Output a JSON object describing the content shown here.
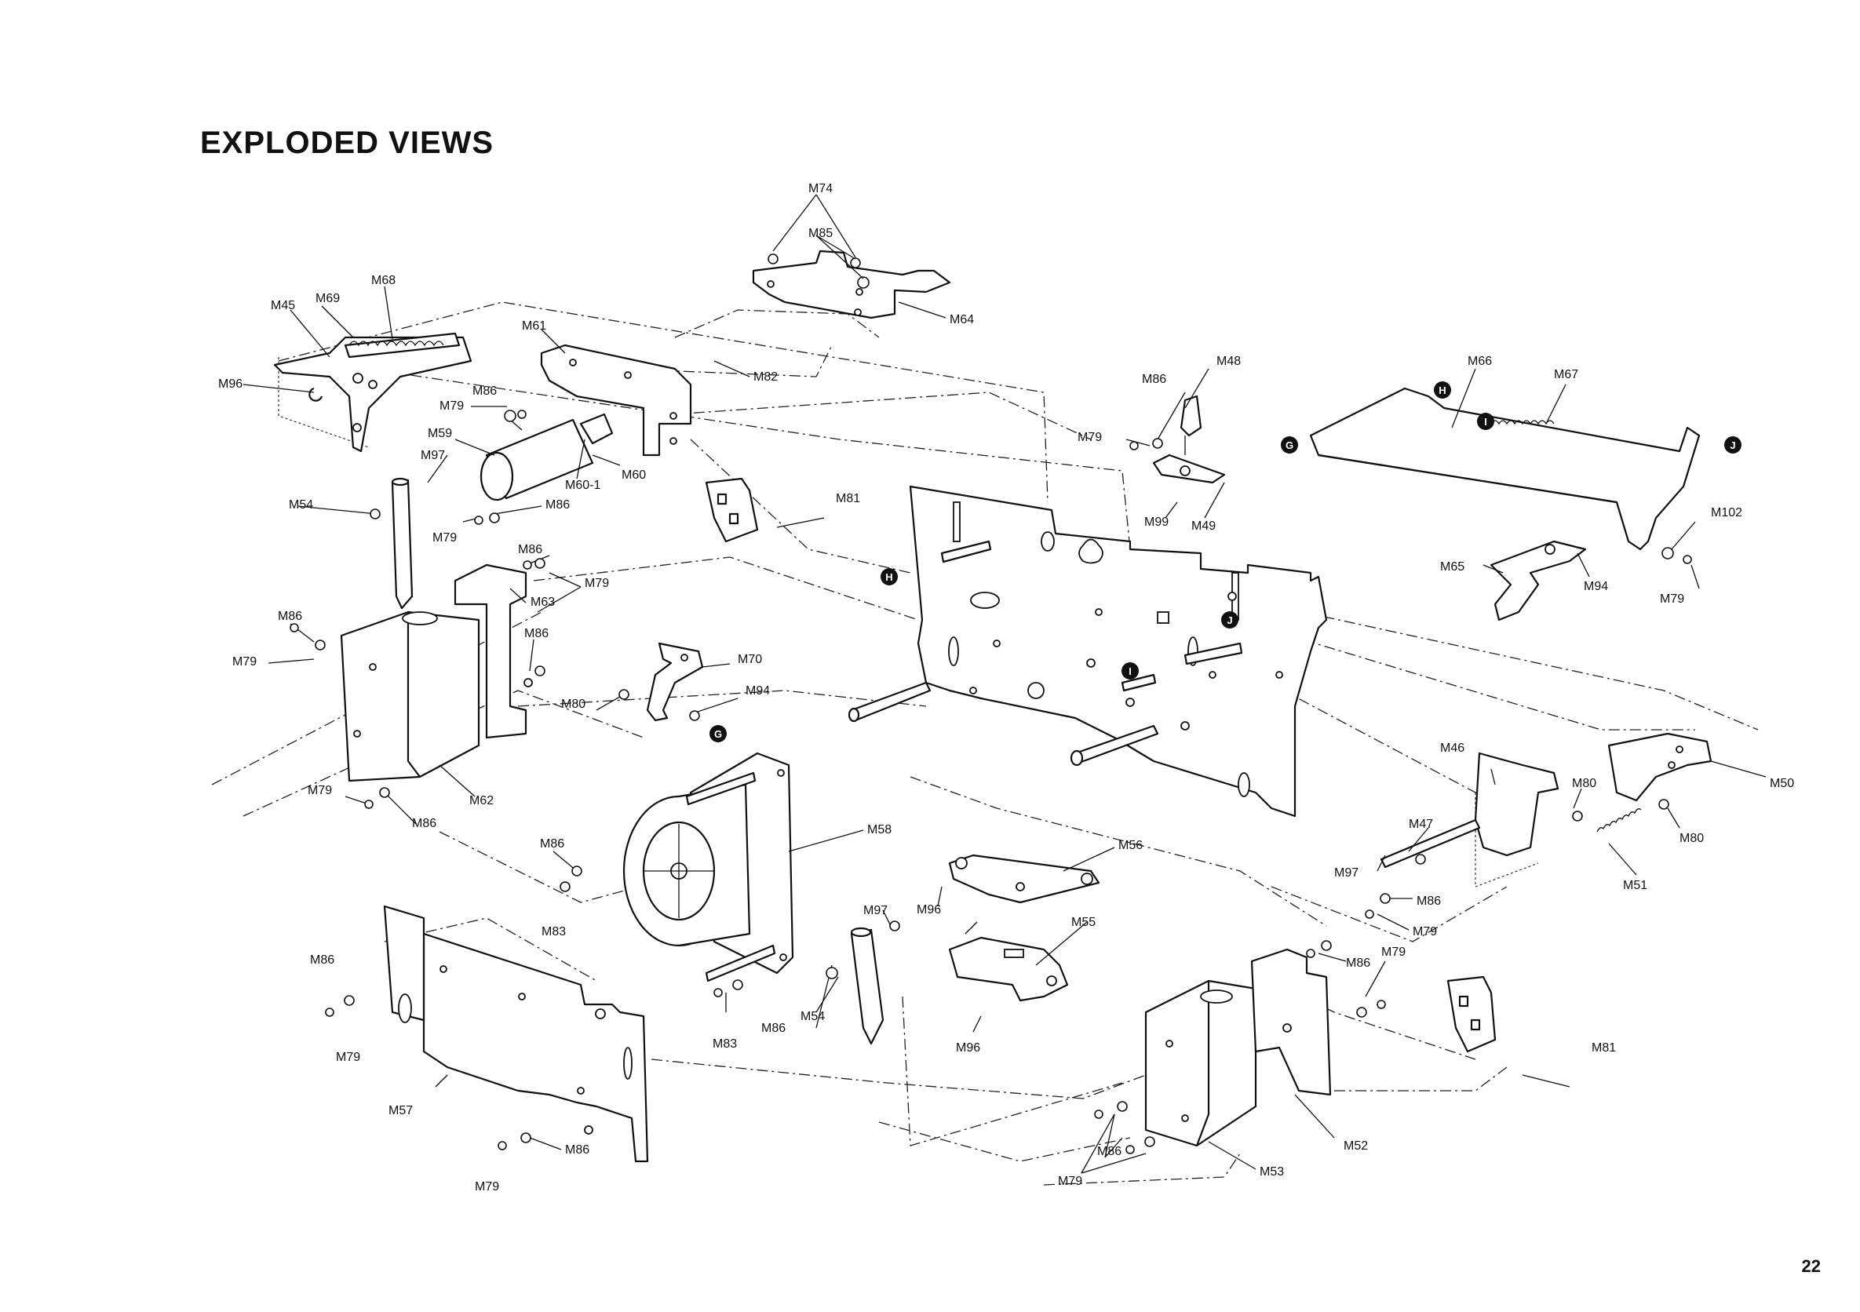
{
  "page": {
    "title": "EXPLODED VIEWS",
    "page_number": "22"
  },
  "parts": {
    "M74": "M74",
    "M85": "M85",
    "M64": "M64",
    "M45": "M45",
    "M69": "M69",
    "M68": "M68",
    "M61": "M61",
    "M82": "M82",
    "M96": "M96",
    "M79": "M79",
    "M86": "M86",
    "M59": "M59",
    "M97": "M97",
    "M60_1": "M60-1",
    "M60": "M60",
    "M54": "M54",
    "M81": "M81",
    "M63": "M63",
    "M70": "M70",
    "M80": "M80",
    "M94": "M94",
    "M62": "M62",
    "M58": "M58",
    "M83": "M83",
    "M56": "M56",
    "M55": "M55",
    "M57": "M57",
    "M53": "M53",
    "M52": "M52",
    "M48": "M48",
    "M99": "M99",
    "M49": "M49",
    "M66": "M66",
    "M67": "M67",
    "M65": "M65",
    "M102": "M102",
    "M46": "M46",
    "M47": "M47",
    "M50": "M50",
    "M51": "M51"
  },
  "markers": {
    "G": "G",
    "H": "H",
    "I": "I",
    "J": "J"
  }
}
